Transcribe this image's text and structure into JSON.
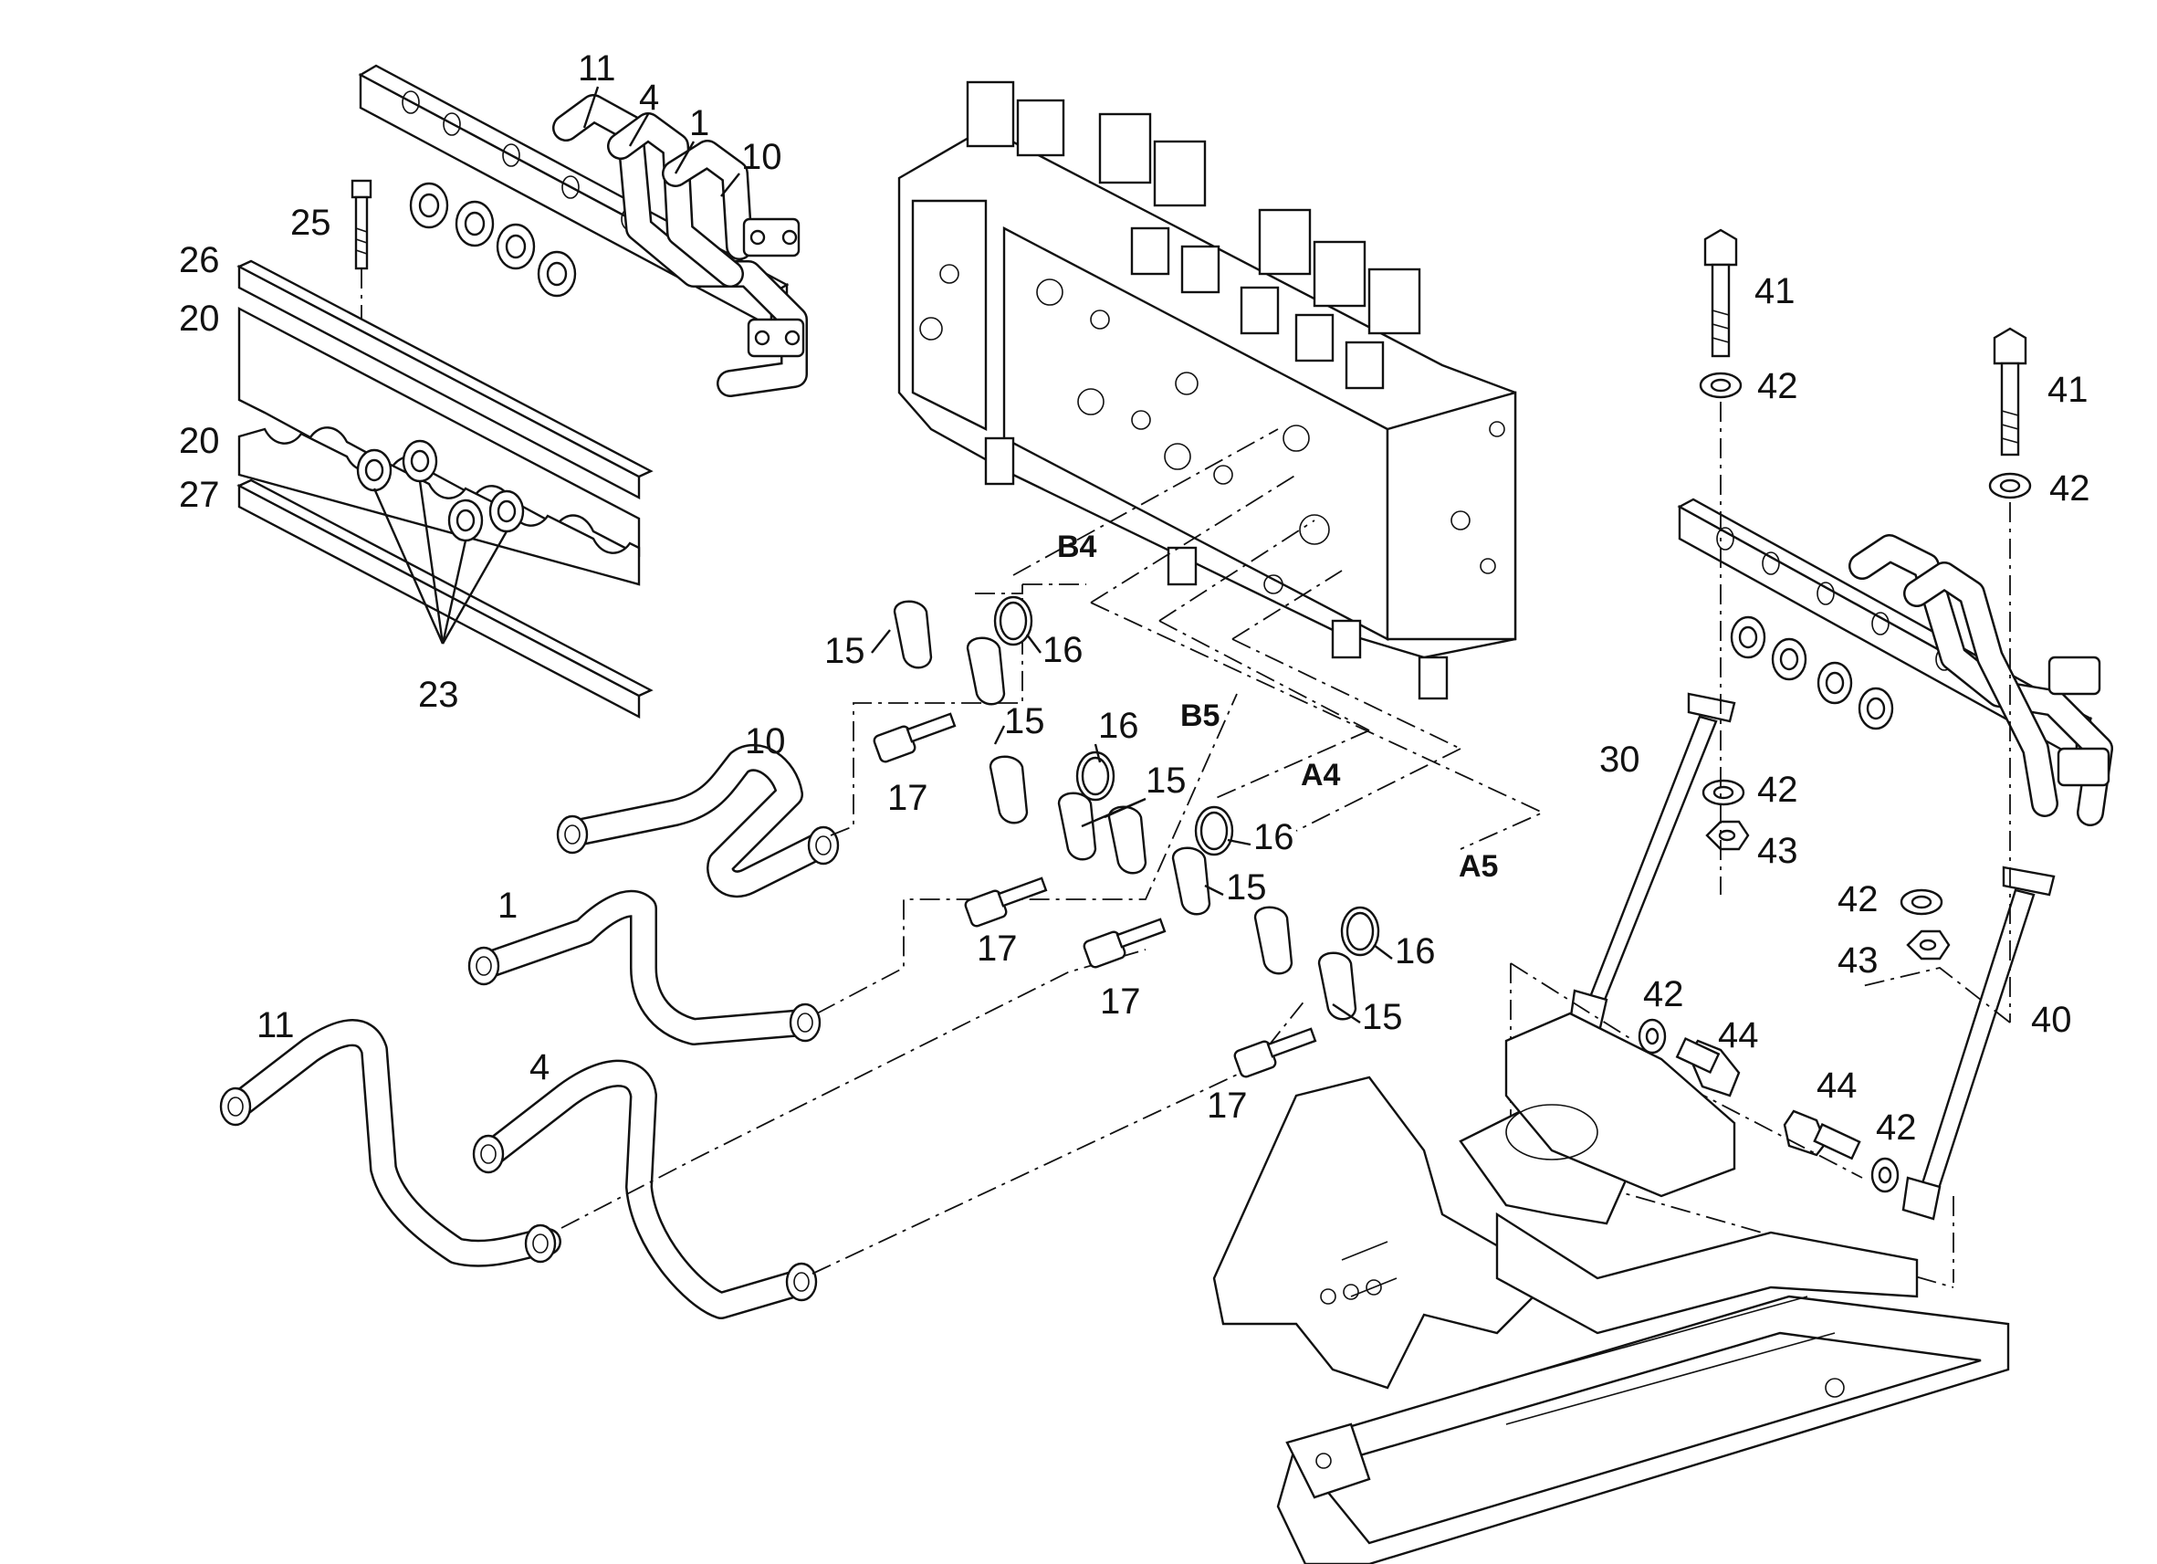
{
  "callouts": {
    "c11_top": "11",
    "c4_top": "4",
    "c1_top": "1",
    "c10_top": "10",
    "c25": "25",
    "c26": "26",
    "c20_a": "20",
    "c20_b": "20",
    "c27": "27",
    "c23": "23",
    "c15_a": "15",
    "c16_a": "16",
    "c15_b": "15",
    "c16_b": "16",
    "c10_pipe": "10",
    "c17_a": "17",
    "c15_c": "15",
    "c16_c": "16",
    "c1_pipe": "1",
    "c15_d": "15",
    "c17_b": "17",
    "c16_d": "16",
    "c17_c": "17",
    "c15_e": "15",
    "c11_pipe": "11",
    "c4_pipe": "4",
    "c17_d": "17",
    "c41_a": "41",
    "c42_a": "42",
    "c41_b": "41",
    "c42_b": "42",
    "c30": "30",
    "c42_c": "42",
    "c43_a": "43",
    "c42_d": "42",
    "c43_b": "43",
    "c42_e": "42",
    "c44_a": "44",
    "c40": "40",
    "c44_b": "44",
    "c42_f": "42"
  },
  "ports": {
    "b4": "B4",
    "b5": "B5",
    "a4": "A4",
    "a5": "A5"
  }
}
